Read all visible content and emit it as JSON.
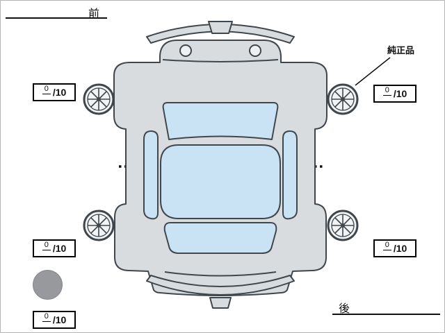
{
  "labels": {
    "front": "前",
    "rear": "後",
    "genuine_part": "純正品"
  },
  "tread_scores": {
    "front_left": {
      "value": "0",
      "max": "/10"
    },
    "front_right": {
      "value": "0",
      "max": "/10"
    },
    "rear_left": {
      "value": "0",
      "max": "/10"
    },
    "rear_right": {
      "value": "0",
      "max": "/10"
    },
    "spare": {
      "value": "0",
      "max": "/10"
    }
  },
  "colors": {
    "body_fill": "#d8dcdf",
    "glass_fill": "#c9e3f5",
    "outline": "#3f464c",
    "spare_fill": "#97999c",
    "line_color": "#111111"
  }
}
